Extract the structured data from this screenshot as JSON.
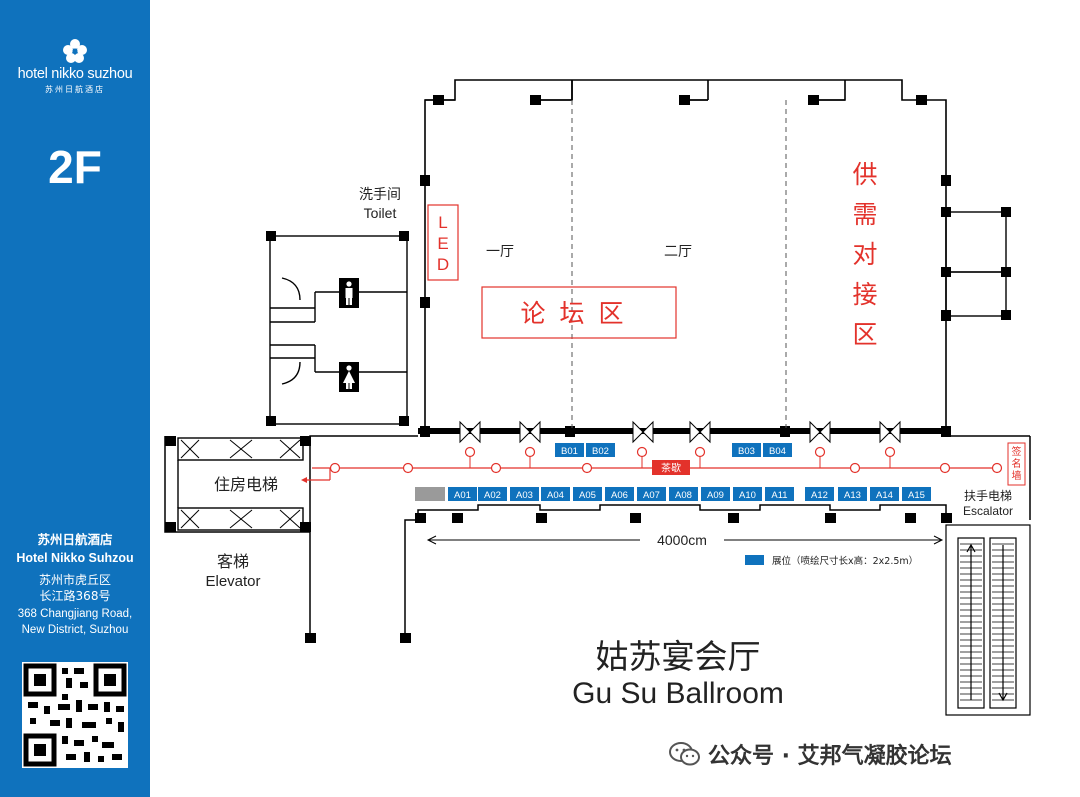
{
  "sidebar": {
    "brand": "hotel nikko suzhou",
    "brand_cn": "苏州日航酒店",
    "floor": "2F",
    "hotel_name_cn": "苏州日航酒店",
    "hotel_name_en": "Hotel Nikko Suhzou",
    "address_cn_1": "苏州市虎丘区",
    "address_cn_2": "长江路368号",
    "address_en_1": "368 Changjiang Road,",
    "address_en_2": "New District, Suzhou",
    "color": "#0f72bd"
  },
  "map": {
    "toilet_cn": "洗手间",
    "toilet_en": "Toilet",
    "led": [
      "L",
      "E",
      "D"
    ],
    "hall_1": "一厅",
    "hall_2": "二厅",
    "forum_zone": "论坛区",
    "supply_zone": [
      "供",
      "需",
      "对",
      "接",
      "区"
    ],
    "residential_elevator": "住房电梯",
    "guest_elevator_cn": "客梯",
    "guest_elevator_en": "Elevator",
    "escalator_cn": "扶手电梯",
    "escalator_en": "Escalator",
    "sign_wall": [
      "签",
      "名",
      "墙"
    ],
    "tea_break": "茶歇",
    "dimension": "4000cm",
    "legend_label": "展位（喷绘尺寸长x高：2x2.5m）",
    "ballroom_cn": "姑苏宴会厅",
    "ballroom_en": "Gu Su Ballroom",
    "booths_a": [
      "A01",
      "A02",
      "A03",
      "A04",
      "A05",
      "A06",
      "A07",
      "A08",
      "A09",
      "A10",
      "A11",
      "A12",
      "A13",
      "A14",
      "A15"
    ],
    "booths_b": [
      "B01",
      "B02",
      "B03",
      "B04"
    ],
    "accent_red": "#e3322b",
    "booth_blue": "#0f72bd"
  },
  "watermark": "公众号 · 艾邦气凝胶论坛"
}
